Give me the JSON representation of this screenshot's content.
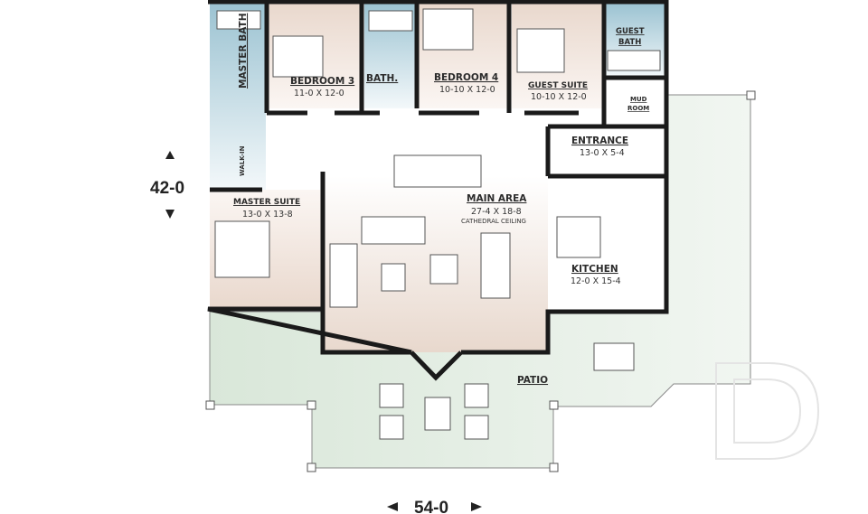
{
  "rooms": {
    "master_bath": {
      "name": "MASTER BATH"
    },
    "bedroom3": {
      "name": "BEDROOM 3",
      "size": "11-0 X 12-0"
    },
    "bath": {
      "name": "BATH."
    },
    "bedroom4": {
      "name": "BEDROOM 4",
      "size": "10-10 X 12-0"
    },
    "guest_suite": {
      "name": "GUEST SUITE",
      "size": "10-10 X 12-0"
    },
    "guest_bath": {
      "name_1": "GUEST",
      "name_2": "BATH"
    },
    "mud_room": {
      "name_1": "MUD",
      "name_2": "ROOM"
    },
    "entrance": {
      "name": "ENTRANCE",
      "size": "13-0 X 5-4"
    },
    "walk_in": {
      "name": "WALK-IN"
    },
    "master_suite": {
      "name": "MASTER SUITE",
      "size": "13-0 X 13-8"
    },
    "main_area": {
      "name": "MAIN AREA",
      "size": "27-4 X 18-8",
      "note": "CATHEDRAL CEILING"
    },
    "kitchen": {
      "name": "KITCHEN",
      "size": "12-0 X 15-4"
    },
    "patio": {
      "name": "PATIO"
    }
  },
  "dimensions": {
    "depth": "42-0",
    "width": "54-0"
  },
  "colors": {
    "bedroom": "#efe3dc",
    "bath": "#a9cbd8",
    "patio": "#dfe9df",
    "wall": "#1a1a1a"
  }
}
